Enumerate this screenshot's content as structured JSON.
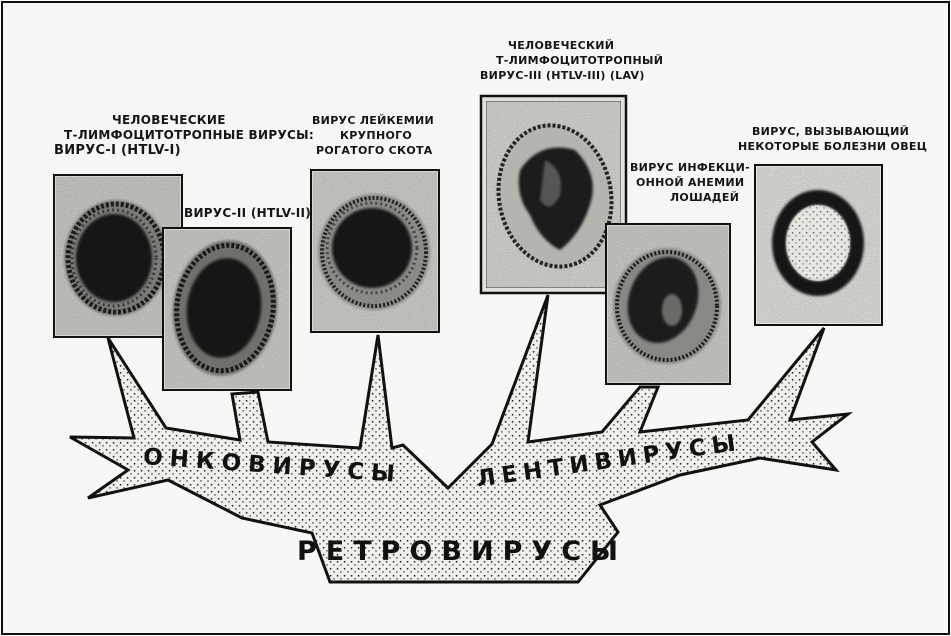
{
  "branch_labels": {
    "oncoviruses": "ОНКОВИРУСЫ",
    "lentiviruses": "ЛЕНТИВИРУСЫ",
    "retroviruses": "РЕТРОВИРУСЫ"
  },
  "labels": {
    "htlv_group": {
      "line1": "ЧЕЛОВЕЧЕСКИЕ",
      "line2": "Т-ЛИМФОЦИТОТРОПНЫЕ ВИРУСЫ:",
      "line3": "ВИРУС-I (HTLV-I)"
    },
    "htlv2": "ВИРУС-II (HTLV-II)",
    "bovine": {
      "line1": "ВИРУС ЛЕЙКЕМИИ",
      "line2": "КРУПНОГО",
      "line3": "РОГАТОГО СКОТА"
    },
    "htlv3": {
      "line1": "ЧЕЛОВЕЧЕСКИЙ",
      "line2": "Т-ЛИМФОЦИТОТРОПНЫЙ",
      "line3": "ВИРУС-III (HTLV-III) (LAV)"
    },
    "equine": {
      "line1": "ВИРУС ИНФЕКЦИ-",
      "line2": "ОННОЙ АНЕМИИ",
      "line3": "ЛОШАДЕЙ"
    },
    "sheep": {
      "line1": "ВИРУС, ВЫЗЫВАЮЩИЙ",
      "line2": "НЕКОТОРЫЕ БОЛЕЗНИ ОВЕЦ"
    }
  }
}
